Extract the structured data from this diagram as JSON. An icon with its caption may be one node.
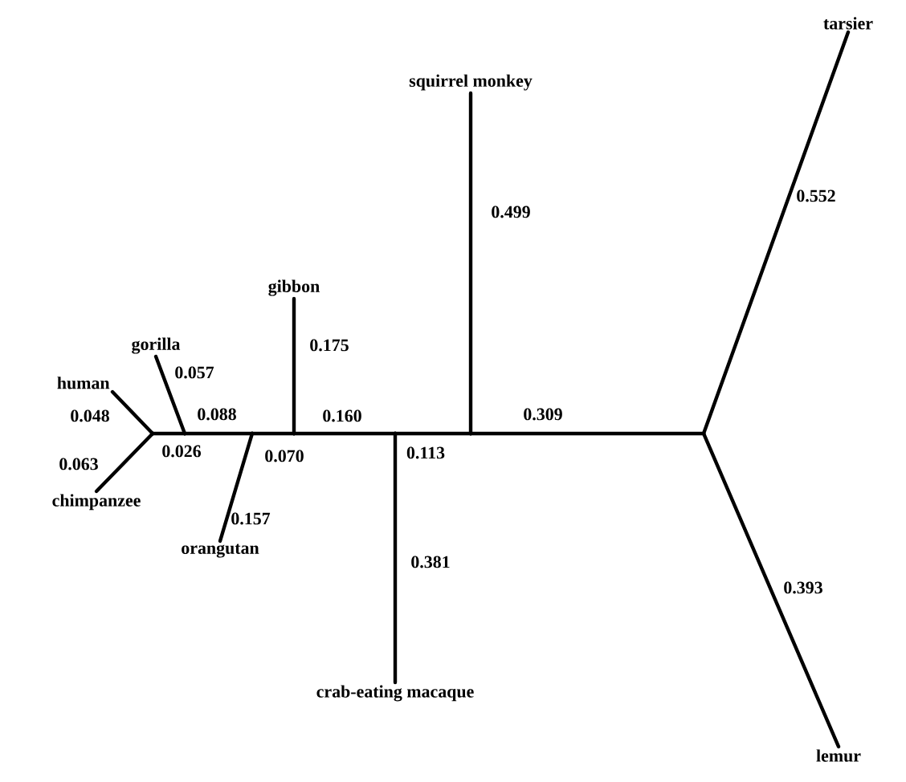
{
  "diagram": {
    "nodes": [
      {
        "text": [
          "tarsier"
        ]
      },
      {
        "text": [
          "squirrel monkey"
        ]
      },
      {
        "text": [
          "gibbon"
        ]
      },
      {
        "text": [
          "gorilla"
        ]
      },
      {
        "text": [
          "human"
        ]
      },
      {
        "text": [
          "chimpanzee"
        ]
      },
      {
        "text": [
          "orangutan"
        ]
      },
      {
        "text": [
          "crab-eating macaque"
        ]
      },
      {
        "text": [
          "lemur"
        ]
      },
      {
        "text": [],
        "shape": "point"
      },
      {
        "text": [],
        "shape": "point"
      },
      {
        "text": [],
        "shape": "point"
      },
      {
        "text": [],
        "shape": "point"
      },
      {
        "text": [],
        "shape": "point"
      },
      {
        "text": [],
        "shape": "point"
      },
      {
        "text": [],
        "shape": "point"
      }
    ],
    "edges": [
      {
        "from": 9,
        "to": 4,
        "arrow": "none",
        "label": "0.048"
      },
      {
        "from": 9,
        "to": 5,
        "arrow": "none",
        "label": "0.063"
      },
      {
        "from": 9,
        "to": 10,
        "arrow": "none",
        "label": "0.026"
      },
      {
        "from": 10,
        "to": 3,
        "arrow": "none",
        "label": "0.057"
      },
      {
        "from": 10,
        "to": 11,
        "arrow": "none",
        "label": "0.088"
      },
      {
        "from": 11,
        "to": 6,
        "arrow": "none",
        "label": "0.157"
      },
      {
        "from": 11,
        "to": 12,
        "arrow": "none",
        "label": "0.070"
      },
      {
        "from": 12,
        "to": 2,
        "arrow": "none",
        "label": "0.175"
      },
      {
        "from": 12,
        "to": 13,
        "arrow": "none",
        "label": "0.160"
      },
      {
        "from": 13,
        "to": 7,
        "arrow": "none",
        "label": "0.381"
      },
      {
        "from": 13,
        "to": 14,
        "arrow": "none",
        "label": "0.113"
      },
      {
        "from": 14,
        "to": 1,
        "arrow": "none",
        "label": "0.499"
      },
      {
        "from": 14,
        "to": 15,
        "arrow": "none",
        "label": "0.309"
      },
      {
        "from": 15,
        "to": 0,
        "arrow": "none",
        "label": "0.552"
      },
      {
        "from": 15,
        "to": 8,
        "arrow": "none",
        "label": "0.393"
      }
    ]
  }
}
